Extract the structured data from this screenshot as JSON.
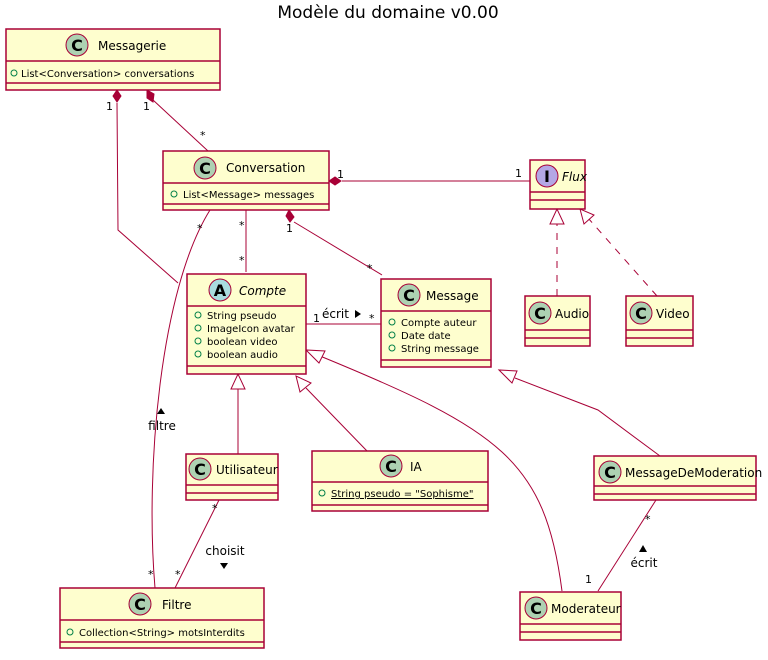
{
  "title": "Modèle du domaine v0.00",
  "classes": {
    "messagerie": {
      "stereo": "C",
      "name": "Messagerie",
      "attrs": [
        "List<Conversation> conversations"
      ]
    },
    "conversation": {
      "stereo": "C",
      "name": "Conversation",
      "attrs": [
        "List<Message> messages"
      ]
    },
    "flux": {
      "stereo": "I",
      "name": "Flux",
      "attrs": []
    },
    "compte": {
      "stereo": "A",
      "name": "Compte",
      "attrs": [
        "String pseudo",
        "ImageIcon avatar",
        "boolean video",
        "boolean audio"
      ]
    },
    "message": {
      "stereo": "C",
      "name": "Message",
      "attrs": [
        "Compte auteur",
        "Date date",
        "String message"
      ]
    },
    "audio": {
      "stereo": "C",
      "name": "Audio",
      "attrs": []
    },
    "video": {
      "stereo": "C",
      "name": "Video",
      "attrs": []
    },
    "utilisateur": {
      "stereo": "C",
      "name": "Utilisateur",
      "attrs": []
    },
    "ia": {
      "stereo": "C",
      "name": "IA",
      "attrs": [
        "String pseudo = \"Sophisme\""
      ]
    },
    "messagedemoderation": {
      "stereo": "C",
      "name": "MessageDeModeration",
      "attrs": []
    },
    "filtre": {
      "stereo": "C",
      "name": "Filtre",
      "attrs": [
        "Collection<String> motsInterdits"
      ]
    },
    "moderateur": {
      "stereo": "C",
      "name": "Moderateur",
      "attrs": []
    }
  },
  "multiplicities": {
    "messagerie_compte_src": "1",
    "messagerie_conv_src": "1",
    "messagerie_conv_dst": "*",
    "conv_flux_src": "1",
    "conv_flux_dst": "1",
    "conv_compte_src": "*",
    "conv_compte_dst": "*",
    "conv_message_src": "1",
    "conv_message_dst": "*",
    "compte_message_src": "1",
    "compte_message_dst": "*",
    "conv_filtre_src": "*",
    "conv_filtre_dst": "*",
    "util_filtre_src": "*",
    "util_filtre_dst": "*",
    "mdm_moderateur_src": "*",
    "mdm_moderateur_dst": "1"
  },
  "labels": {
    "ecrit_compte_message": "écrit",
    "filtre": "filtre",
    "choisit": "choisit",
    "ecrit_moderateur": "écrit"
  }
}
